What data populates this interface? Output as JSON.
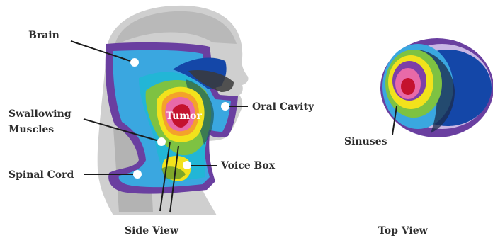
{
  "labels": {
    "brain": "Brain",
    "swallowing_line1": "Swallowing",
    "swallowing_line2": "Muscles",
    "spinal_cord": "Spinal Cord",
    "tumor": "Tumor",
    "oral_cavity": "Oral Cavity",
    "voice_box": "Voice Box",
    "sinuses": "Sinuses"
  },
  "captions": {
    "side_view": "Side View",
    "top_view": "Top View"
  },
  "colors": {
    "skin_gray": "#c9c9c9",
    "outer_purple": "#6a3fa0",
    "light_blue": "#3aa7e0",
    "cyan": "#22b6d6",
    "dark_blue": "#1447a8",
    "green": "#7ec242",
    "yellow": "#f2e21c",
    "orange": "#f4a22a",
    "pink": "#e86aa8",
    "red": "#c4122e",
    "lavender": "#c9b6e4",
    "text": "#2d2d2d"
  }
}
